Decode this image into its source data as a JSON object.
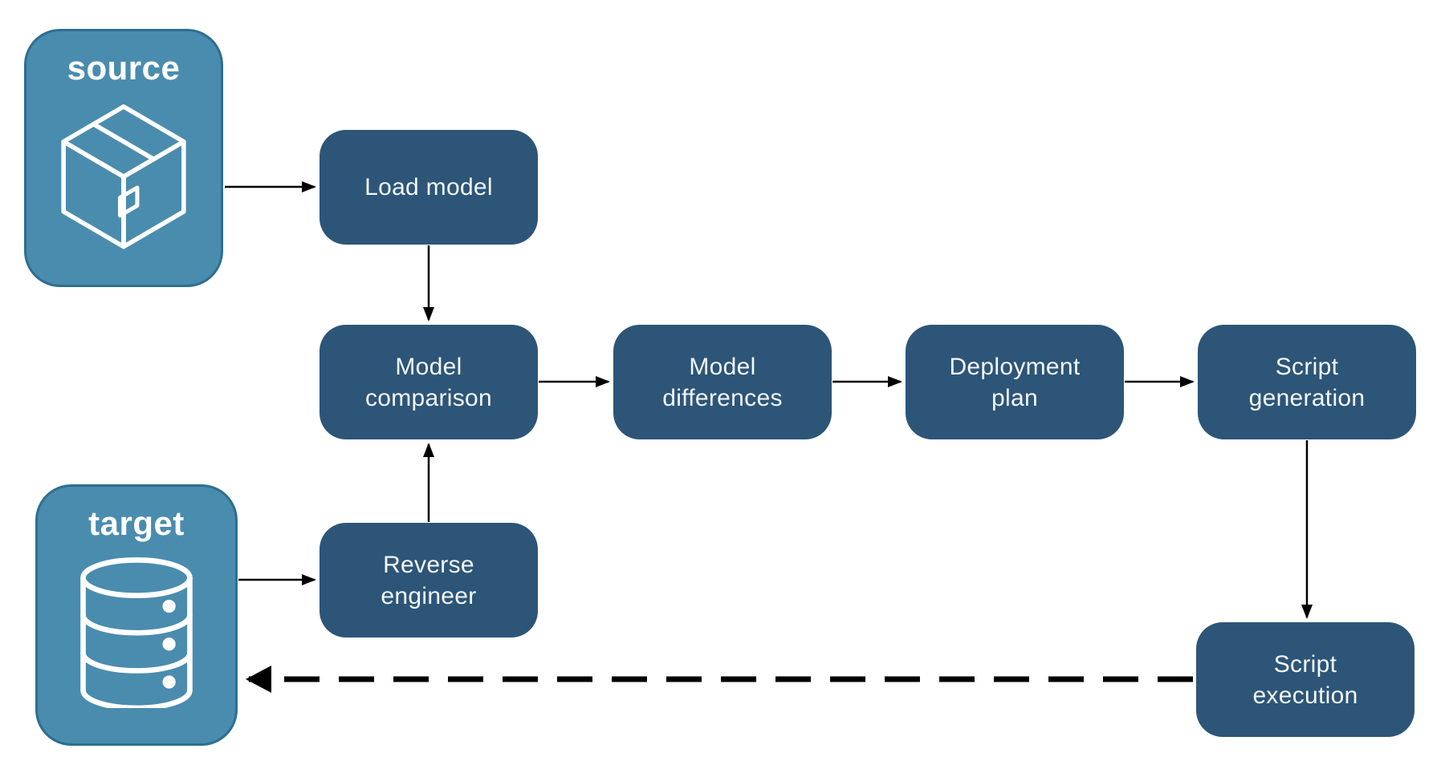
{
  "diagram": {
    "endpoints": {
      "source": {
        "label": "source",
        "icon": "package-icon"
      },
      "target": {
        "label": "target",
        "icon": "database-icon"
      }
    },
    "nodes": {
      "load_model": {
        "label": "Load model"
      },
      "model_comparison": {
        "label": "Model\ncomparison"
      },
      "model_differences": {
        "label": "Model\ndifferences"
      },
      "deployment_plan": {
        "label": "Deployment\nplan"
      },
      "script_generation": {
        "label": "Script\ngeneration"
      },
      "reverse_engineer": {
        "label": "Reverse\nengineer"
      },
      "script_execution": {
        "label": "Script\nexecution"
      }
    },
    "flows": [
      "source -> Load model",
      "Load model -> Model comparison",
      "Model comparison -> Model differences",
      "Model differences -> Deployment plan",
      "Deployment plan -> Script generation",
      "Script generation -> Script execution",
      "target -> Reverse engineer",
      "Reverse engineer -> Model comparison",
      "Script execution -> target (dashed)"
    ],
    "colors": {
      "node_fill": "#2C5578",
      "endpoint_fill": "#4A8CAE",
      "endpoint_border": "#2E6E90",
      "arrow": "#000000",
      "label_text": "#FFFFFF",
      "background": "#FFFFFF"
    }
  }
}
